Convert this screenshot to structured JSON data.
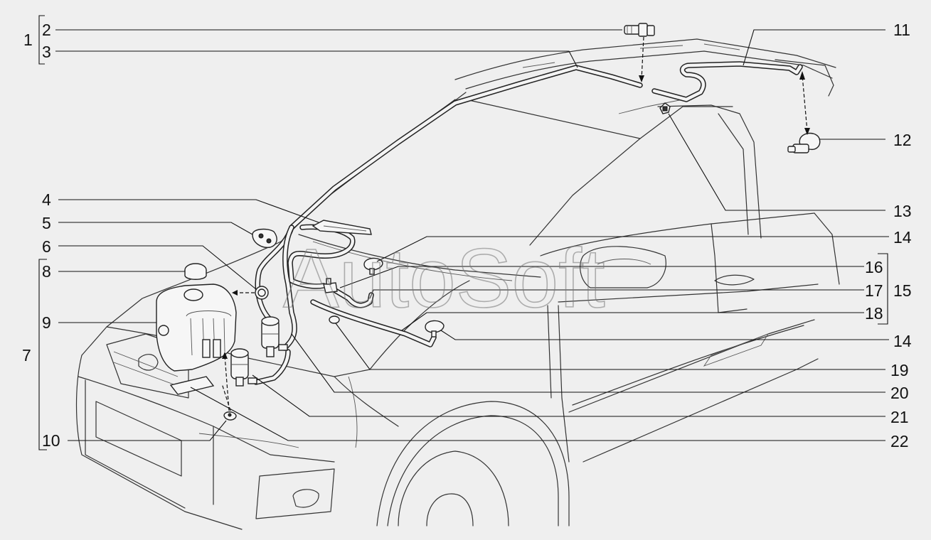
{
  "watermark": "AutoSoft",
  "callouts": {
    "c1": "1",
    "c2": "2",
    "c3": "3",
    "c4": "4",
    "c5": "5",
    "c6": "6",
    "c7": "7",
    "c8": "8",
    "c9": "9",
    "c10": "10",
    "c11": "11",
    "c12": "12",
    "c13": "13",
    "c14a": "14",
    "c14b": "14",
    "c15": "15",
    "c16": "16",
    "c17": "17",
    "c18": "18",
    "c19": "19",
    "c20": "20",
    "c21": "21",
    "c22": "22"
  }
}
